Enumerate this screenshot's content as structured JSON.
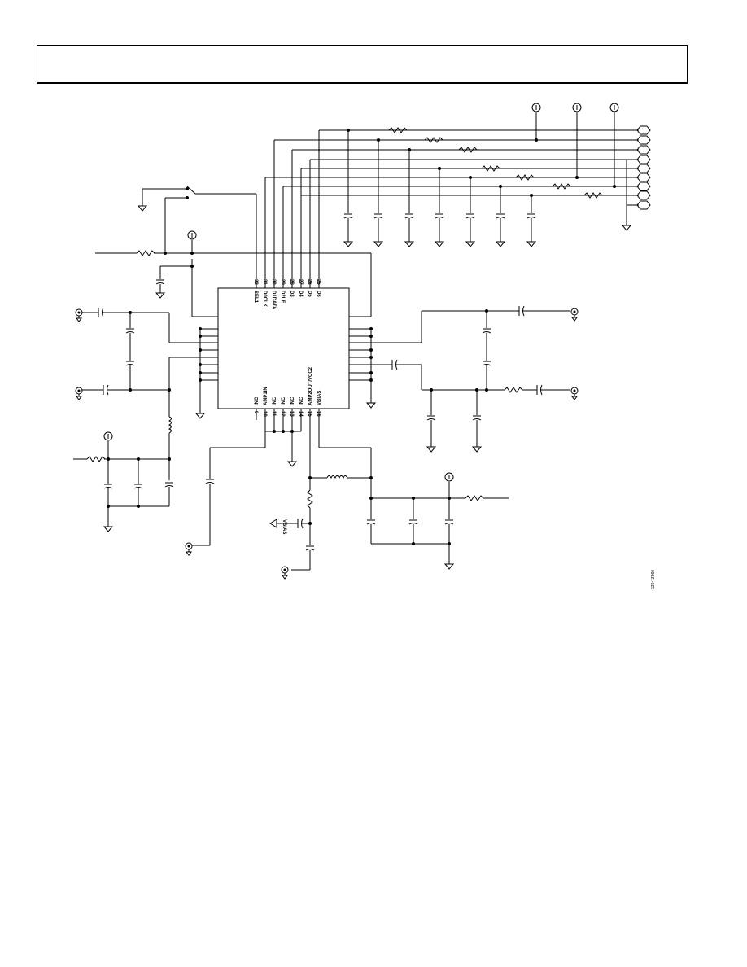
{
  "header": {
    "title": ""
  },
  "chip": {
    "top_pins": [
      {
        "num": "32",
        "label": "SEL1"
      },
      {
        "num": "31",
        "label": "D0CLK"
      },
      {
        "num": "30",
        "label": "D1DATA"
      },
      {
        "num": "29",
        "label": "D2LE"
      },
      {
        "num": "28",
        "label": "D3"
      },
      {
        "num": "27",
        "label": "D4"
      },
      {
        "num": "26",
        "label": "D5"
      },
      {
        "num": "25",
        "label": "D6"
      }
    ],
    "bottom_pins": [
      {
        "num": "9",
        "label": "INC"
      },
      {
        "num": "10",
        "label": "AMP1IN"
      },
      {
        "num": "11",
        "label": "INC"
      },
      {
        "num": "12",
        "label": "INC"
      },
      {
        "num": "13",
        "label": "INC"
      },
      {
        "num": "14",
        "label": "INC"
      },
      {
        "num": "15",
        "label": "AMP2OUT/VCC2"
      },
      {
        "num": "16",
        "label": "VBIAS"
      }
    ]
  },
  "net_labels": {
    "vbias": "VBIAS"
  },
  "figure_id": "09621-025"
}
